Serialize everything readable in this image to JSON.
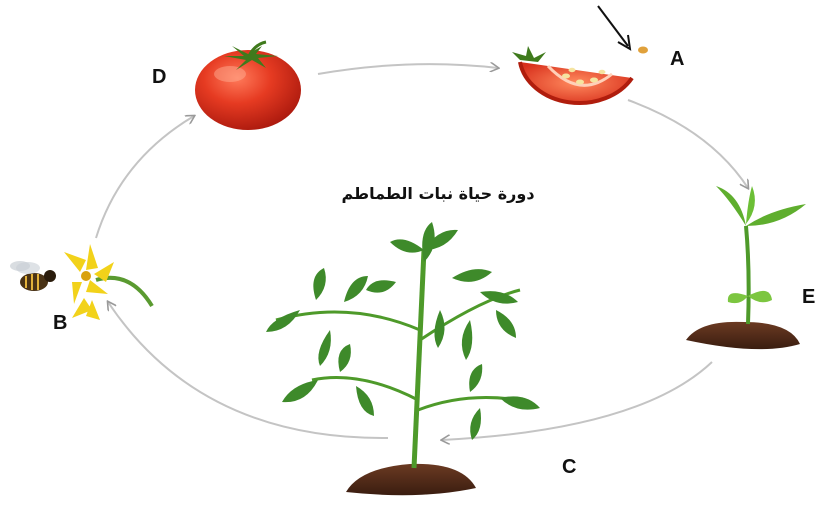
{
  "diagram": {
    "title": "دورة حياة نبات الطماطم",
    "stages": [
      {
        "label": "A"
      },
      {
        "label": "E"
      },
      {
        "label": "C"
      },
      {
        "label": "B"
      },
      {
        "label": "D"
      }
    ]
  }
}
